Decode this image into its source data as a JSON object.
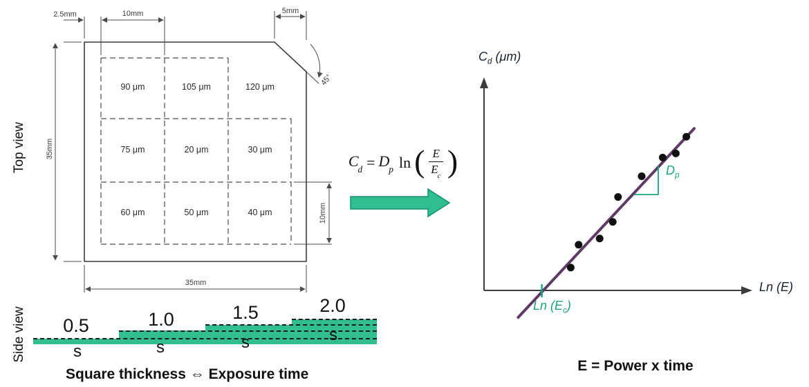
{
  "colors": {
    "green": "#1fa883",
    "green_stroke": "#149070",
    "green_fill": "#30bd8f",
    "green_text": "#1aa47e",
    "purple": "#5e3a64",
    "axis_gray": "#3c3c3c",
    "dim_gray": "#4a4a4a"
  },
  "top_view": {
    "label": "Top view",
    "dim_left_offset": "2.5mm",
    "dim_cell_width": "10mm",
    "dim_chamfer": "5mm",
    "dim_chamfer_angle": "45°",
    "dim_height": "35mm",
    "dim_width": "35mm",
    "dim_cell_height": "10mm",
    "cells": [
      [
        "90 μm",
        "105 μm",
        "120 μm"
      ],
      [
        "75 μm",
        "20 μm",
        "30 μm"
      ],
      [
        "60 μm",
        "50 μm",
        "40 μm"
      ]
    ]
  },
  "side_view": {
    "label": "Side view",
    "steps": [
      {
        "time": "0.5",
        "unit": "s"
      },
      {
        "time": "1.0",
        "unit": "s"
      },
      {
        "time": "1.5",
        "unit": "s"
      },
      {
        "time": "2.0",
        "unit": "s"
      }
    ],
    "caption": "Square thickness ⇔ Exposure time"
  },
  "formula": {
    "lhs": "C",
    "lhs_sub": "d",
    "equals": "=",
    "coef": "D",
    "coef_sub": "p",
    "func": "ln",
    "numerator": "E",
    "denominator": "E",
    "denominator_sub": "c"
  },
  "chart": {
    "y_axis_label": {
      "sym": "C",
      "sub": "d",
      "unit": " (μm)"
    },
    "x_axis_label": "Ln (E)",
    "slope_label": {
      "sym": "D",
      "sub": "p"
    },
    "intercept_label": {
      "pre": "Ln (E",
      "sub": "c",
      "post": ")"
    },
    "caption": "E = Power x time"
  },
  "chart_data": {
    "type": "scatter",
    "xlabel": "Ln (E)",
    "ylabel": "Cd (μm)",
    "axes_have_no_ticks": true,
    "points_frac": [
      [
        0.33,
        0.11
      ],
      [
        0.36,
        0.22
      ],
      [
        0.44,
        0.25
      ],
      [
        0.49,
        0.33
      ],
      [
        0.51,
        0.45
      ],
      [
        0.6,
        0.55
      ],
      [
        0.68,
        0.64
      ],
      [
        0.73,
        0.66
      ],
      [
        0.77,
        0.74
      ]
    ],
    "fit_line_frac": [
      [
        0.13,
        -0.13
      ],
      [
        0.8,
        0.78
      ]
    ],
    "x_intercept_frac": 0.22,
    "annotations": [
      "Dp is the slope of the fitted line",
      "Ln (Ec) marks the x-intercept of the fitted line"
    ]
  }
}
